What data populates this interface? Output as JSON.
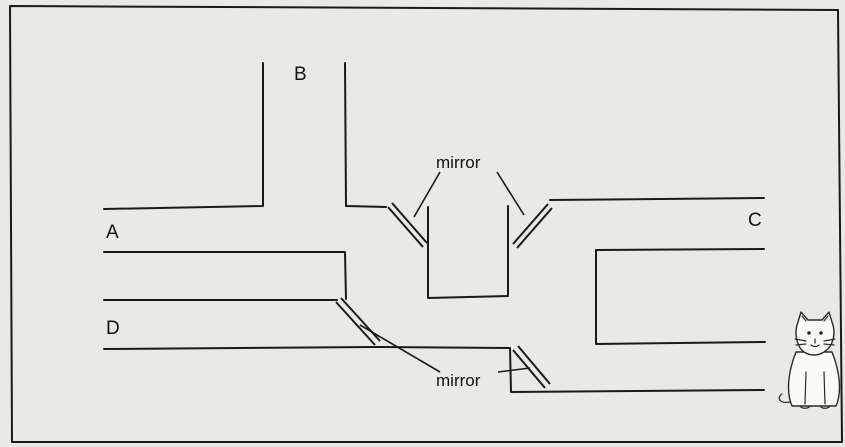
{
  "labels": {
    "a": "A",
    "b": "B",
    "c": "C",
    "d": "D",
    "mirror_top": "mirror",
    "mirror_bottom": "mirror"
  },
  "colors": {
    "background": "#e9e9e6",
    "ink": "#1a1a1a"
  },
  "icons": {
    "observer": "cat-icon"
  }
}
